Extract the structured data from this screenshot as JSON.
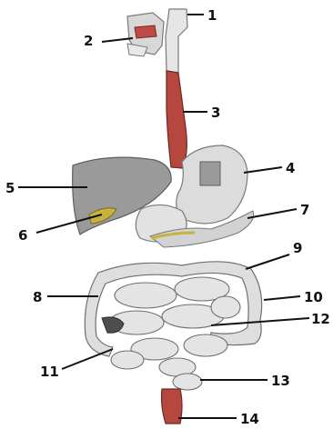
{
  "labels": [
    "1",
    "2",
    "3",
    "4",
    "5",
    "6",
    "7",
    "8",
    "9",
    "10",
    "11",
    "12",
    "13",
    "14"
  ],
  "colors": {
    "organ_fill": "#dcdcdc",
    "organ_stroke": "#7a7a7a",
    "muscle_red": "#b5473f",
    "liver_fill": "#9a9a9a",
    "gall_yellow": "#c9b23c",
    "leader": "#111111"
  }
}
